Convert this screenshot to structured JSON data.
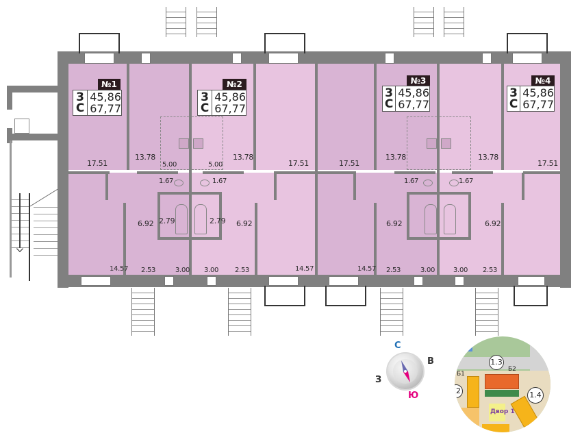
{
  "floorplan": {
    "apartments": [
      {
        "number": "№1",
        "rooms_code_top": "3",
        "rooms_code_bottom": "С",
        "living_area": "45,86",
        "total_area": "67,77"
      },
      {
        "number": "№2",
        "rooms_code_top": "3",
        "rooms_code_bottom": "С",
        "living_area": "45,86",
        "total_area": "67,77"
      },
      {
        "number": "№3",
        "rooms_code_top": "3",
        "rooms_code_bottom": "С",
        "living_area": "45,86",
        "total_area": "67,77"
      },
      {
        "number": "№4",
        "rooms_code_top": "3",
        "rooms_code_bottom": "С",
        "living_area": "45,86",
        "total_area": "67,77"
      }
    ],
    "room_areas": {
      "a1_bedroom_top": "17.51",
      "a1_room_mid": "13.78",
      "a1_kitchen": "5.00",
      "a2_kitchen": "5.00",
      "a2_room_mid": "13.78",
      "a2_bedroom_top": "17.51",
      "a1_wc": "1.67",
      "a2_wc": "1.67",
      "a1_bath": "2.79",
      "a2_bath": "2.79",
      "a1_hall": "6.92",
      "a2_hall": "6.92",
      "a1_bedroom_bottom": "14.57",
      "a1_corr": "2.53",
      "a1_loggia": "3.00",
      "a2_loggia": "3.00",
      "a2_corr": "2.53",
      "a2_bedroom_bottom": "14.57",
      "a3_bedroom_top": "17.51",
      "a3_room_mid": "13.78",
      "a4_room_mid": "13.78",
      "a4_bedroom_top": "17.51",
      "a3_wc": "1.67",
      "a4_wc": "1.67",
      "a3_hall": "6.92",
      "a4_hall": "6.92",
      "a3_bedroom_bottom": "14.57",
      "a3_corr": "2.53",
      "a3_loggia": "3.00",
      "a4_loggia": "3.00",
      "a4_corr": "2.53"
    }
  },
  "compass": {
    "north": "С",
    "east": "В",
    "west": "З",
    "south": "Ю"
  },
  "minimap": {
    "labels": [
      "1.3",
      "1.4",
      "Б1",
      "Б2",
      ".2"
    ],
    "yard_label": "Двор 1"
  },
  "colors": {
    "room_dark": "#d9b4d4",
    "room_light": "#e8c4e0",
    "wall": "#808080",
    "badge": "#2b1b1f",
    "compass_north": "#1f6fb5",
    "compass_south": "#e4007f",
    "building_orange": "#e8692b",
    "building_yellow": "#f6b41a",
    "yard_label": "#7a3fa0"
  }
}
